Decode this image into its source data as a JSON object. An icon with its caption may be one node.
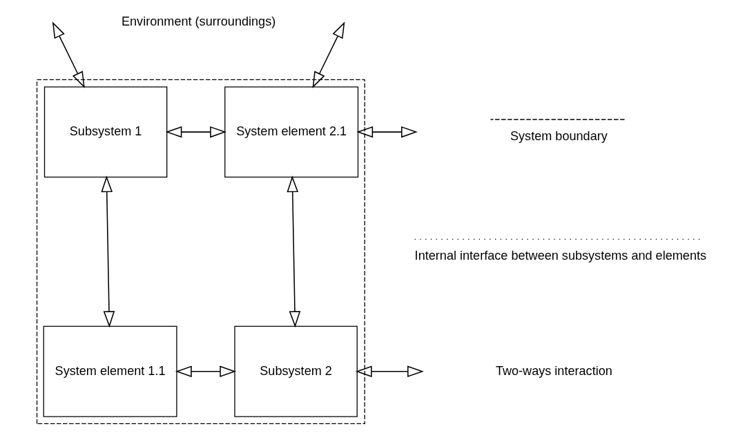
{
  "diagram": {
    "nodes": [
      {
        "text": [],
        "shape": "box"
      },
      {
        "text": [
          "Subsystem 1"
        ],
        "in": 0
      },
      {
        "text": [
          "System element 2.1"
        ],
        "in": 0
      },
      {
        "text": [
          "System element 1.1"
        ],
        "in": 0
      },
      {
        "text": [
          "Subsystem 2"
        ],
        "in": 0
      }
    ],
    "edges": [
      {
        "from": null,
        "to": 1,
        "arrow": "both"
      },
      {
        "from": null,
        "to": 2,
        "arrow": "both"
      },
      {
        "from": 1,
        "to": 2,
        "arrow": "both"
      },
      {
        "from": 2,
        "to": null,
        "arrow": "both"
      },
      {
        "from": 1,
        "to": 3,
        "arrow": "both"
      },
      {
        "from": 2,
        "to": 4,
        "arrow": "both"
      },
      {
        "from": 3,
        "to": 4,
        "arrow": "both"
      },
      {
        "from": 4,
        "to": null,
        "arrow": "both"
      }
    ],
    "labels": [
      "Environment (surroundings)"
    ],
    "legend": [
      {
        "text": "System boundary"
      },
      {
        "text": "Internal interface between subsystems and elements"
      },
      {
        "text": "Two-ways interaction"
      }
    ]
  }
}
